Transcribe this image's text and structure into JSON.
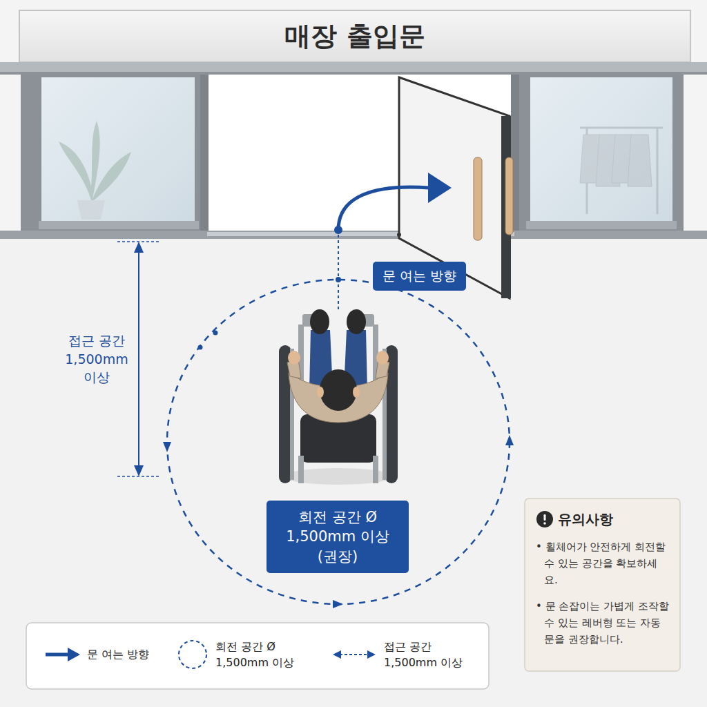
{
  "diagram": {
    "title": "매장 출입문",
    "nodes": [
      {
        "text": [
          "문 여는 방향"
        ]
      },
      {
        "text": [
          "회전 공간 Ø 1,500mm 이상 (권장)"
        ]
      },
      {
        "text": [
          "유의사항",
          "• 휠체어가 안전하게 회전할 수 있는 공간을 확보하세요.",
          "• 문 손잡이는 가볍게 조작할 수 있는 레버형 또는 자동문을 권장합니다."
        ]
      }
    ],
    "labels": [
      "접근 공간 1,500mm 이상"
    ],
    "legend": [
      {
        "text": "문 여는 방향"
      },
      {
        "text": "회전 공간 Ø 1,500mm 이상"
      },
      {
        "text": "접근 공간 1,500mm 이상"
      }
    ]
  }
}
